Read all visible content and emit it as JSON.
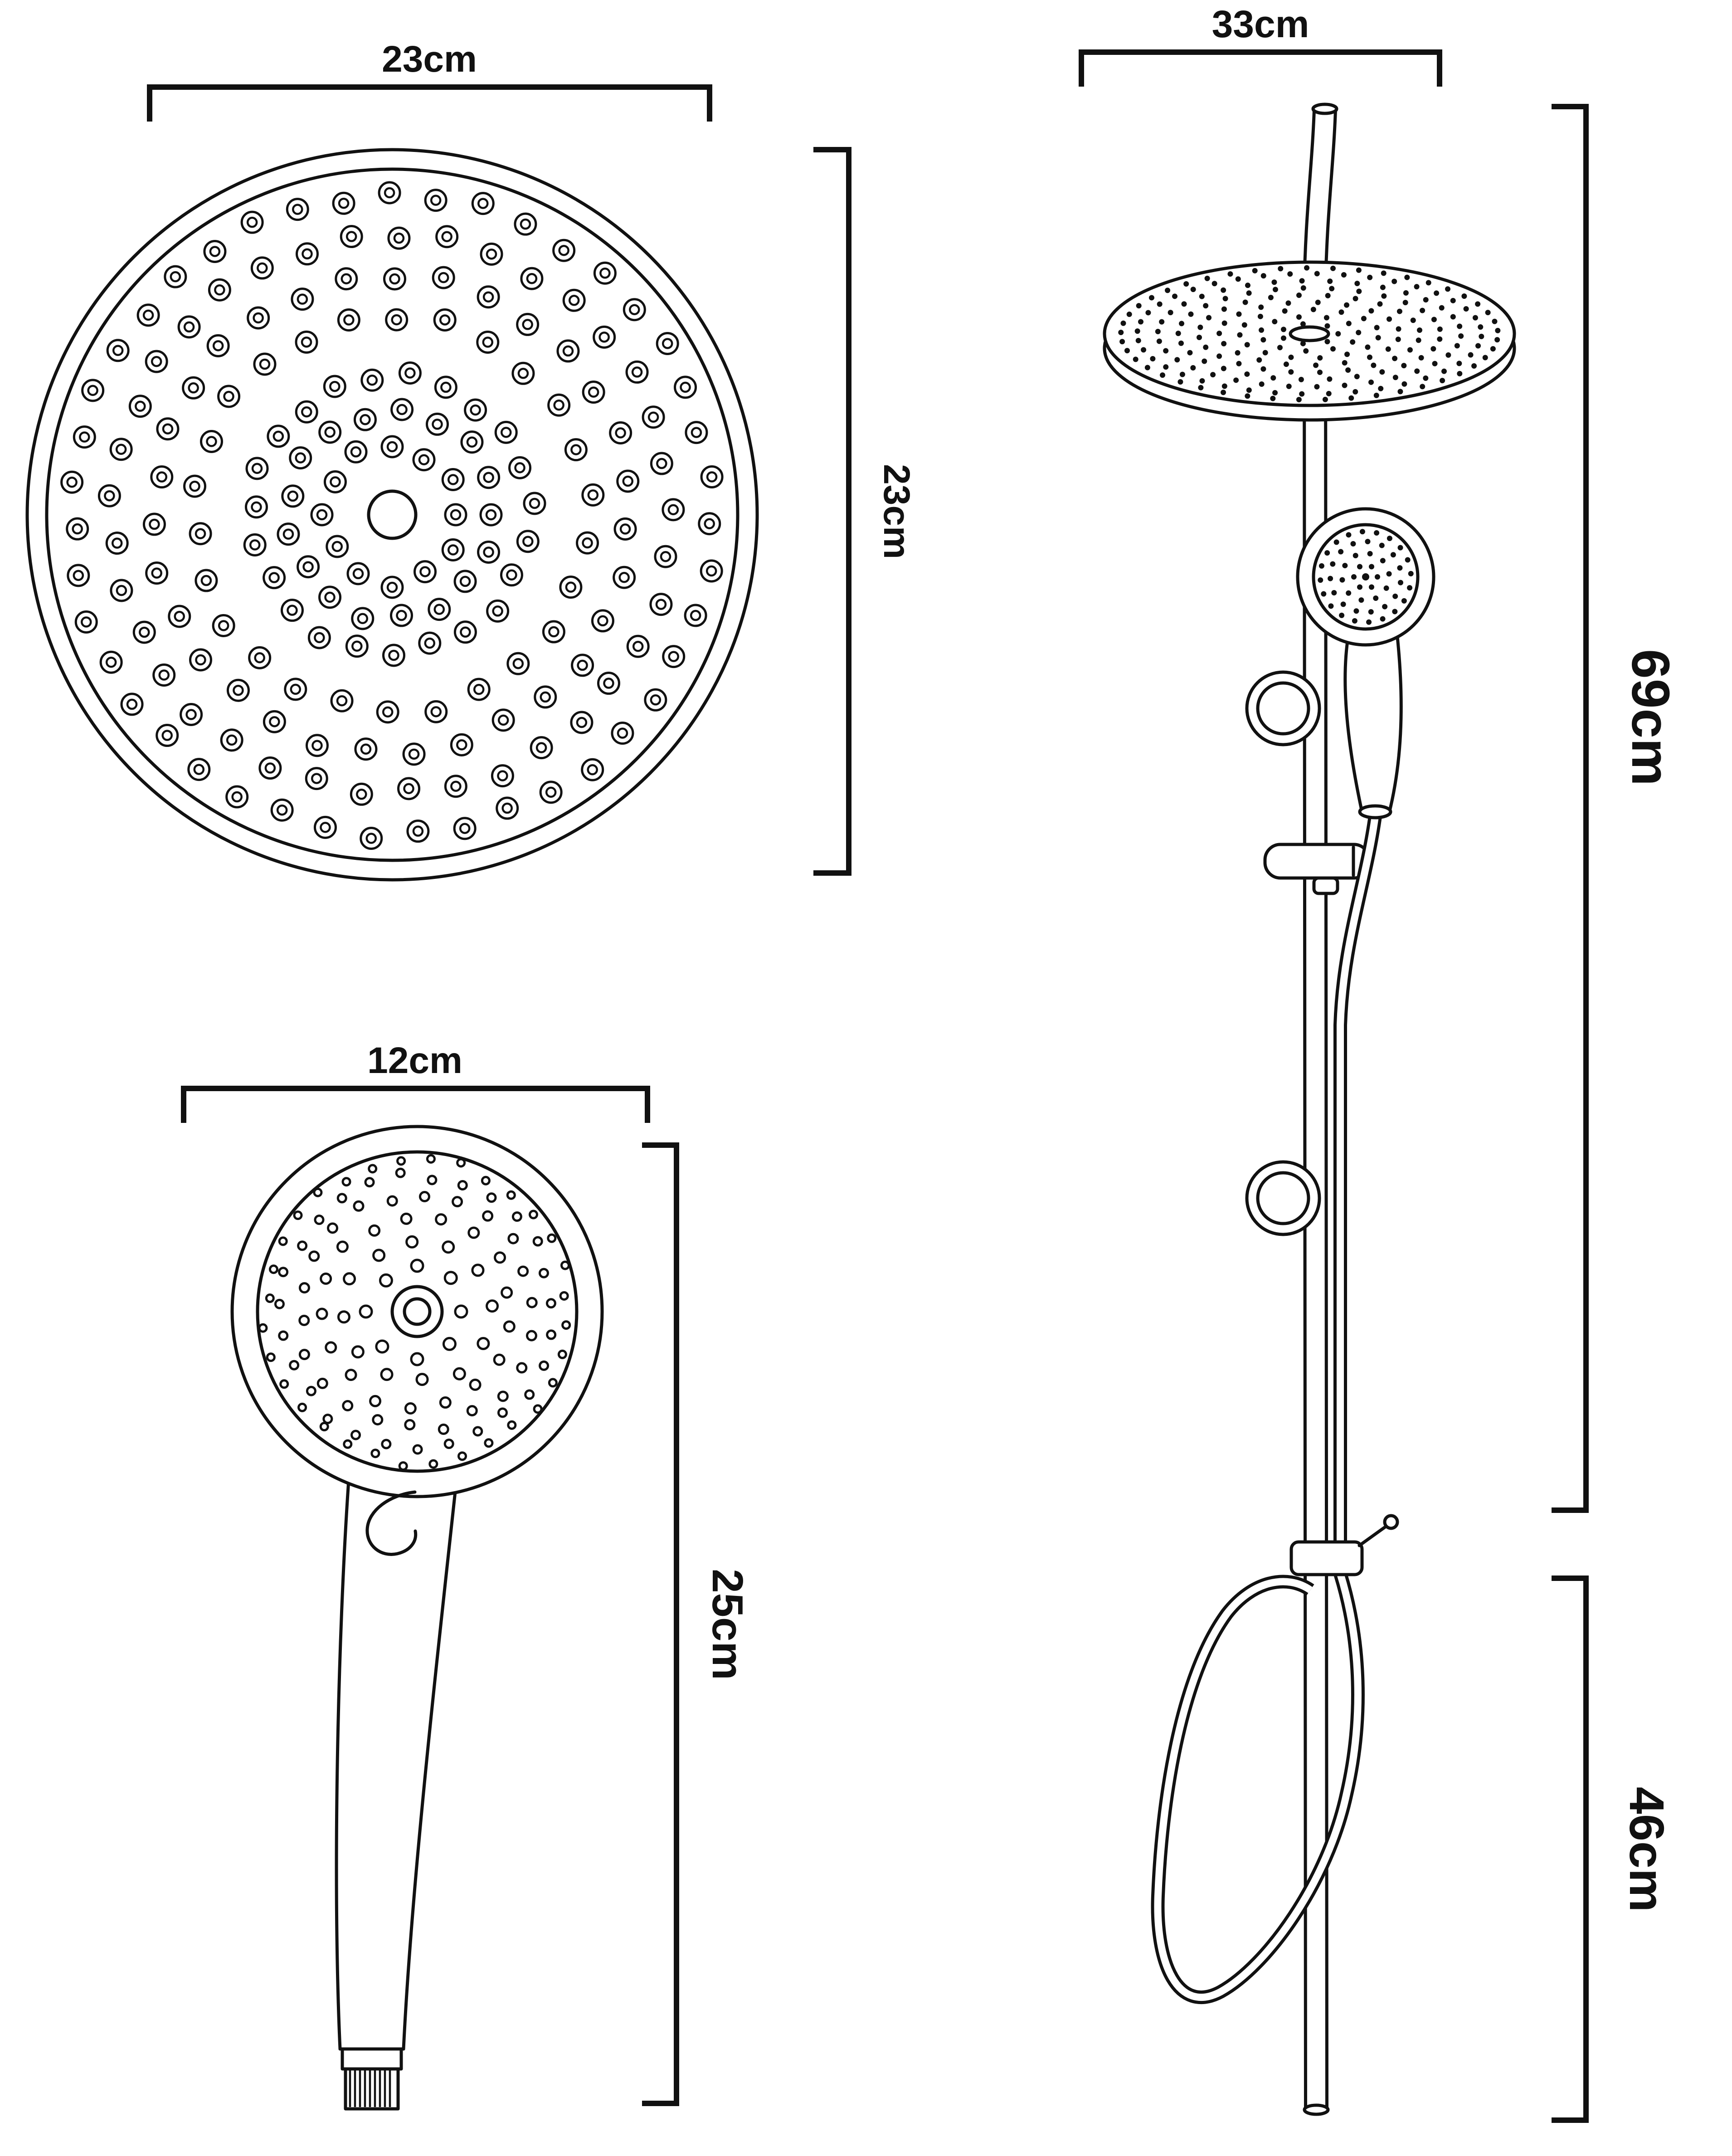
{
  "diagram": {
    "colors": {
      "line": "#111111",
      "background": "#ffffff"
    },
    "labels": {
      "overhead_width": "23cm",
      "overhead_height": "23cm",
      "hand_width": "12cm",
      "hand_height": "25cm",
      "column_width": "33cm",
      "column_upper_height": "69cm",
      "column_lower_height": "46cm"
    }
  }
}
